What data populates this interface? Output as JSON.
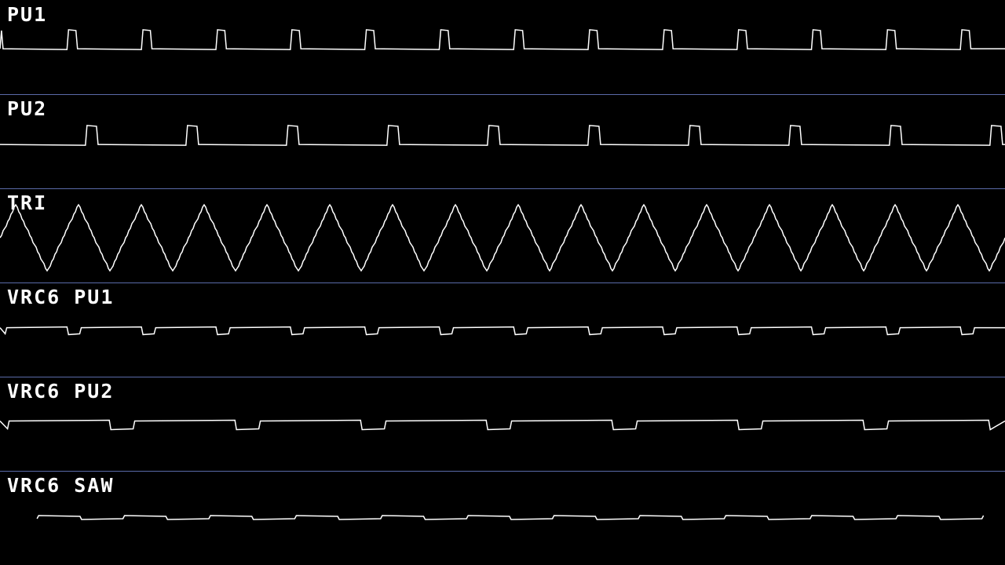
{
  "colors": {
    "background": "#000000",
    "waveform": "#ffffff",
    "divider": "#5a6aa8",
    "label": "#ffffff"
  },
  "channels": [
    {
      "label": "PU1",
      "wave": "pulse",
      "cycles": 13.5,
      "amplitude": 0.55
    },
    {
      "label": "PU2",
      "wave": "pulse",
      "cycles": 10.0,
      "amplitude": 0.55
    },
    {
      "label": "TRI",
      "wave": "triangle",
      "cycles": 16.0,
      "amplitude": 1.0
    },
    {
      "label": "VRC6 PU1",
      "wave": "pulse-inv",
      "cycles": 13.5,
      "amplitude": 0.2
    },
    {
      "label": "VRC6 PU2",
      "wave": "pulse-inv",
      "cycles": 8.0,
      "amplitude": 0.25
    },
    {
      "label": "VRC6 SAW",
      "wave": "saw",
      "cycles": 11.7,
      "amplitude": 0.1
    }
  ]
}
